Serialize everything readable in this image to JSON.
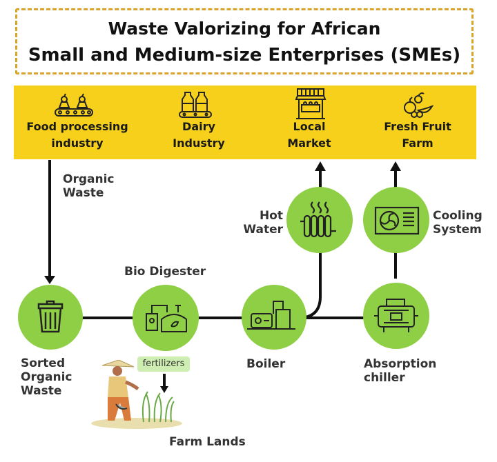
{
  "title": {
    "line1": "Waste Valorizing for African",
    "line2": "Small and Medium-size Enterprises (SMEs)"
  },
  "enterprises": [
    {
      "line1": "Food processing",
      "line2": "industry",
      "icon": "conveyor-food-icon"
    },
    {
      "line1": "Dairy",
      "line2": "Industry",
      "icon": "milk-bottles-icon"
    },
    {
      "line1": "Local",
      "line2": "Market",
      "icon": "market-stall-icon"
    },
    {
      "line1": "Fresh Fruit",
      "line2": "Farm",
      "icon": "fruit-basket-icon"
    }
  ],
  "flows": {
    "organic_waste": {
      "line1": "Organic",
      "line2": "Waste"
    },
    "hot_water": {
      "line1": "Hot",
      "line2": "Water"
    },
    "cooling_system": {
      "line1": "Cooling",
      "line2": "System"
    },
    "fertilizers": "fertilizers"
  },
  "nodes": {
    "sorted_waste": {
      "line1": "Sorted",
      "line2": "Organic",
      "line3": "Waste",
      "icon": "trash-bin-icon"
    },
    "bio_digester": {
      "label": "Bio Digester",
      "icon": "bio-digester-icon"
    },
    "boiler": {
      "label": "Boiler",
      "icon": "boiler-icon"
    },
    "absorption_chiller": {
      "line1": "Absorption",
      "line2": "chiller",
      "icon": "chiller-icon"
    },
    "radiator": {
      "icon": "radiator-icon"
    },
    "cooling_unit": {
      "icon": "cooling-fan-icon"
    },
    "farm_lands": {
      "label": "Farm Lands",
      "icon": "farmer-icon"
    }
  },
  "colors": {
    "band": "#f7d01c",
    "node": "#8ecf45",
    "title_border": "#d9a42a",
    "fertilizer_tag": "#cdeeb0",
    "line": "#111111"
  }
}
